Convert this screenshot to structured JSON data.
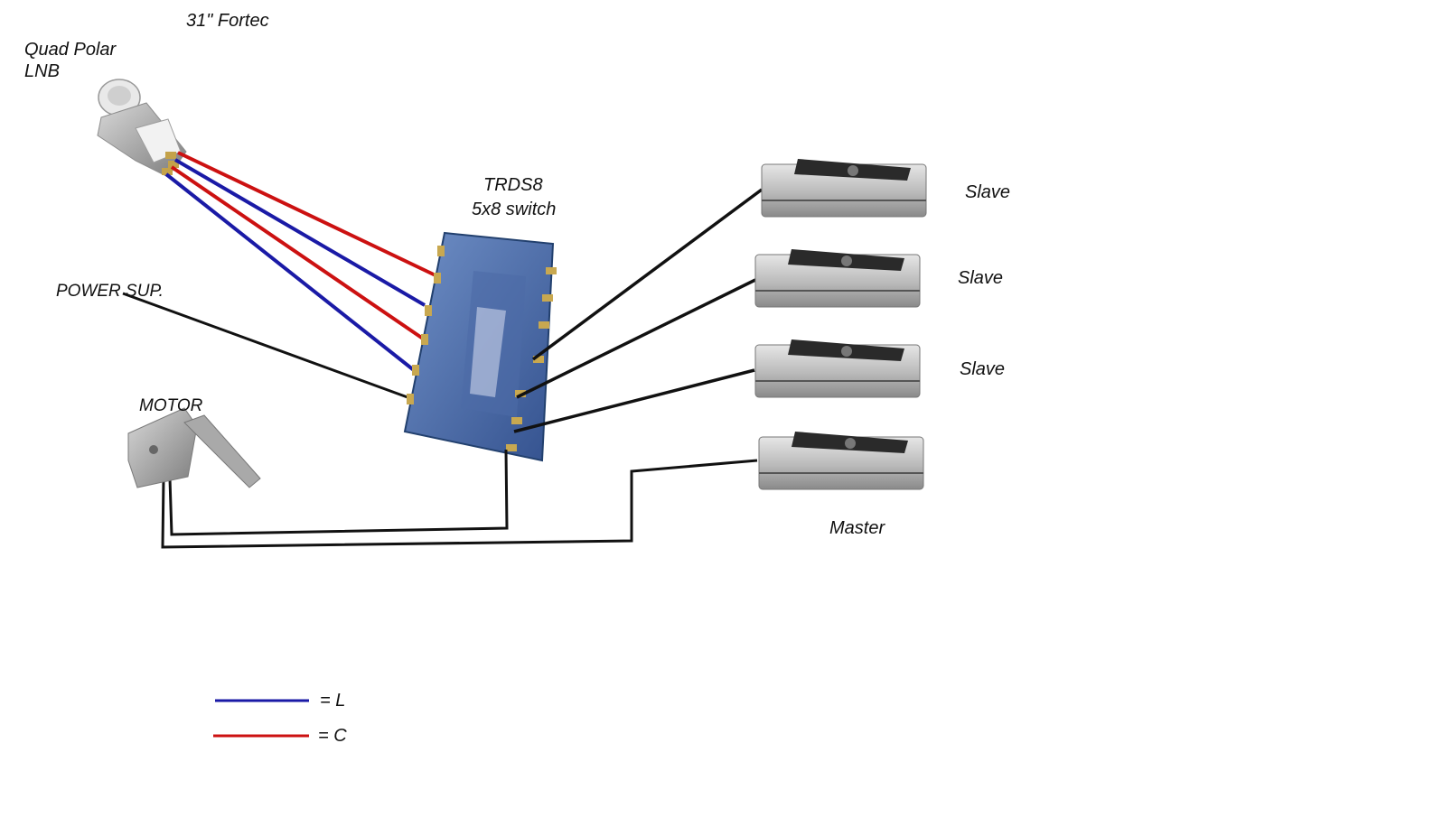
{
  "labels": {
    "dish": "31\" Fortec",
    "lnb_line1": "Quad Polar",
    "lnb_line2": "LNB",
    "switch_line1": "TRDS8",
    "switch_line2": "5x8 switch",
    "power": "POWER SUP.",
    "motor": "MOTOR",
    "receiver_1": "Slave",
    "receiver_2": "Slave",
    "receiver_3": "Slave",
    "receiver_4": "Master"
  },
  "legend": [
    {
      "label": "= L",
      "color": "#1a1aa6"
    },
    {
      "label": "= C",
      "color": "#cc1111"
    }
  ],
  "colors": {
    "L": "#1a1aa6",
    "C": "#cc1111",
    "cable": "#111111"
  }
}
